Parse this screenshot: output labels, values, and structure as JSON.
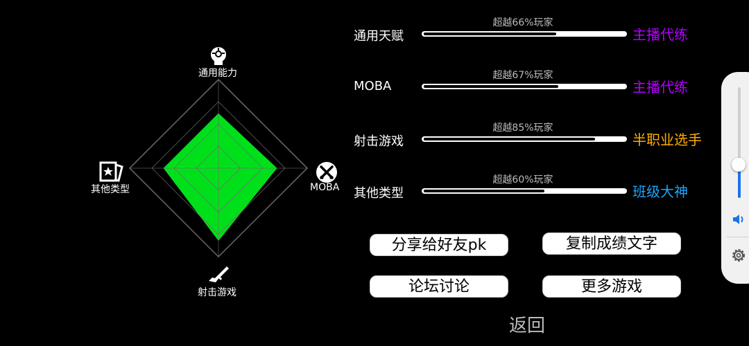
{
  "radar": {
    "axes": [
      {
        "label": "通用能力",
        "value": 0.62,
        "icon": "head-gear-icon"
      },
      {
        "label": "MOBA",
        "value": 0.66,
        "icon": "crossed-swords-icon"
      },
      {
        "label": "射击游戏",
        "value": 0.82,
        "icon": "rifle-icon"
      },
      {
        "label": "其他类型",
        "value": 0.62,
        "icon": "star-card-icon"
      }
    ],
    "fill_color": "#00e01a",
    "grid_color": "#6b6b6b"
  },
  "skills": [
    {
      "name": "通用天赋",
      "caption": "超越66%玩家",
      "percent": 66,
      "title": "主播代练",
      "title_color": "#b400ff"
    },
    {
      "name": "MOBA",
      "caption": "超越67%玩家",
      "percent": 67,
      "title": "主播代练",
      "title_color": "#b400ff"
    },
    {
      "name": "射击游戏",
      "caption": "超越85%玩家",
      "percent": 85,
      "title": "半职业选手",
      "title_color": "#ffae00"
    },
    {
      "name": "其他类型",
      "caption": "超越60%玩家",
      "percent": 60,
      "title": "班级大神",
      "title_color": "#1aa6ff"
    }
  ],
  "buttons": {
    "share": "分享给好友pk",
    "copy": "复制成绩文字",
    "forum": "论坛讨论",
    "more_games": "更多游戏",
    "back": "返回"
  },
  "volume_panel": {
    "level": 0.3,
    "accent": "#1a73e8",
    "speaker_icon": "speaker-icon",
    "settings_icon": "gear-icon"
  }
}
